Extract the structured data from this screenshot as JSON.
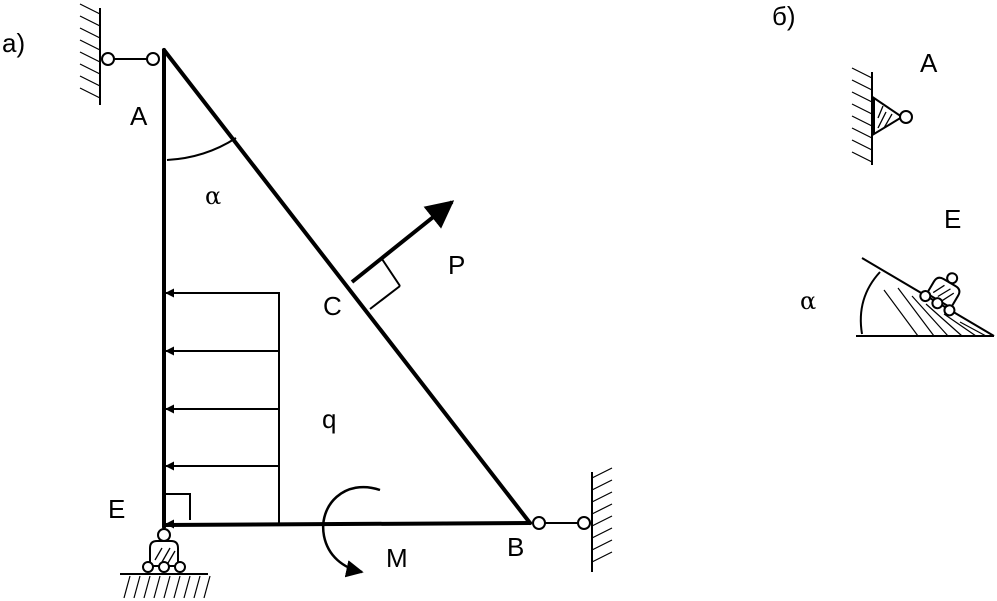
{
  "labels": {
    "part_a": "а)",
    "part_b": "б)",
    "A": "A",
    "alpha": "α",
    "C": "C",
    "P": "P",
    "q": "q",
    "E": "E",
    "M": "M",
    "B": "B",
    "inset_A": "A",
    "inset_E": "E",
    "inset_alpha": "α"
  },
  "colors": {
    "ink": "#000000",
    "background": "#ffffff"
  }
}
